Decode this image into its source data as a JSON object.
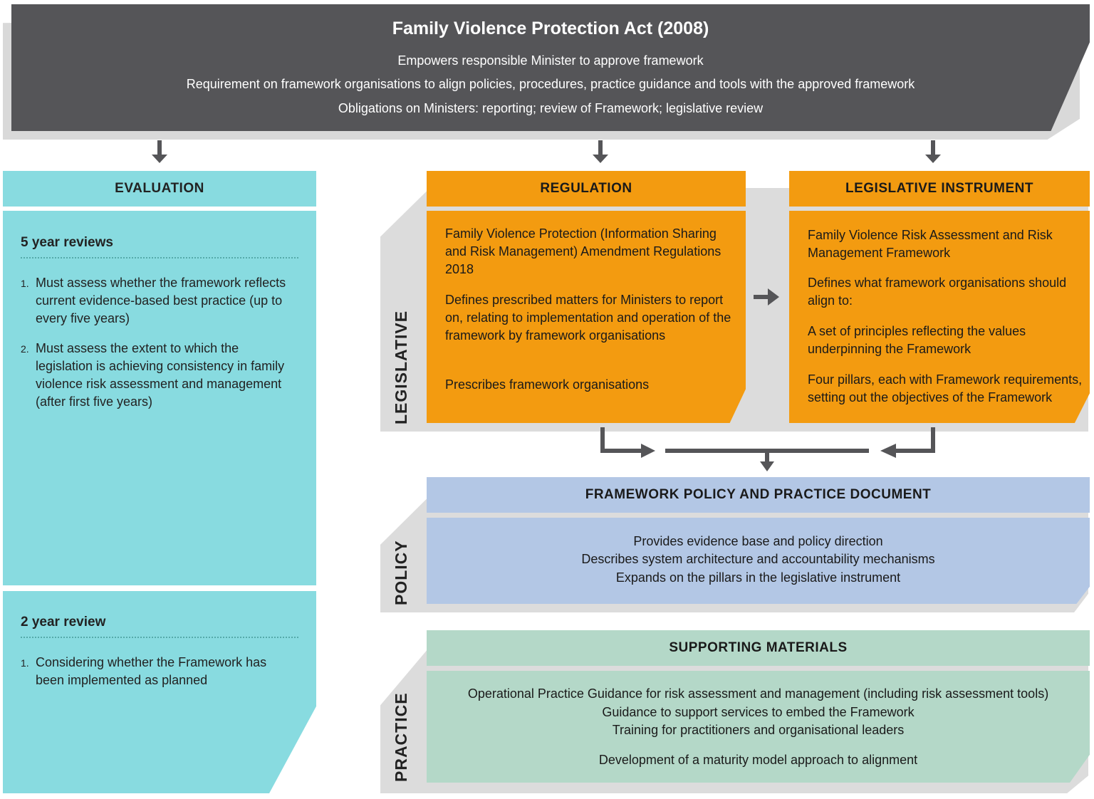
{
  "act": {
    "title": "Family Violence Protection Act (2008)",
    "lines": [
      "Empowers responsible Minister to approve framework",
      "Requirement on framework organisations to align policies, procedures, practice guidance and tools with the approved framework",
      "Obligations on Ministers: reporting; review of Framework; legislative review"
    ]
  },
  "evaluation": {
    "heading": "EVALUATION",
    "five_year": {
      "title": "5 year reviews",
      "items": [
        {
          "num": "1.",
          "text": "Must assess whether the framework reflects current evidence-based best practice (up to every five years)"
        },
        {
          "num": "2.",
          "text": "Must assess the extent to which the legislation is achieving consistency in family violence risk assessment and management (after first five years)"
        }
      ]
    },
    "two_year": {
      "title": "2 year review",
      "items": [
        {
          "num": "1.",
          "text": "Considering whether the Framework has been implemented as planned"
        }
      ]
    }
  },
  "tiers": {
    "legislative": "LEGISLATIVE",
    "policy": "POLICY",
    "practice": "PRACTICE"
  },
  "regulation": {
    "heading": "REGULATION",
    "paragraphs": [
      "Family Violence Protection (Information Sharing and Risk Management) Amendment Regulations 2018",
      "Defines prescribed matters for Ministers to report on, relating to implementation and operation of the framework by framework organisations",
      "Prescribes framework organisations"
    ]
  },
  "legislative_instrument": {
    "heading": "LEGISLATIVE INSTRUMENT",
    "paragraphs": [
      "Family Violence Risk Assessment and Risk Management Framework",
      "Defines what framework organisations should align to:",
      "A set of principles reflecting the values underpinning the Framework",
      "Four pillars, each with  Framework requirements, setting out the objectives of the Framework"
    ]
  },
  "policy_doc": {
    "heading": "FRAMEWORK POLICY AND PRACTICE DOCUMENT",
    "lines": [
      "Provides evidence base and policy direction",
      "Describes system architecture and accountability mechanisms",
      "Expands on the pillars in the legislative instrument"
    ]
  },
  "supporting": {
    "heading": "SUPPORTING MATERIALS",
    "lines": [
      "Operational Practice Guidance for risk assessment and management (including risk assessment tools)",
      "Guidance to support services to embed the Framework",
      "Training for practitioners and organisational leaders",
      "Development of a maturity model approach to alignment"
    ]
  },
  "colors": {
    "act": "#555558",
    "evaluation": "#88dbe0",
    "legislative": "#f39b10",
    "policy": "#b3c7e5",
    "practice": "#b4d8c8",
    "band": "#dcdcdc"
  }
}
